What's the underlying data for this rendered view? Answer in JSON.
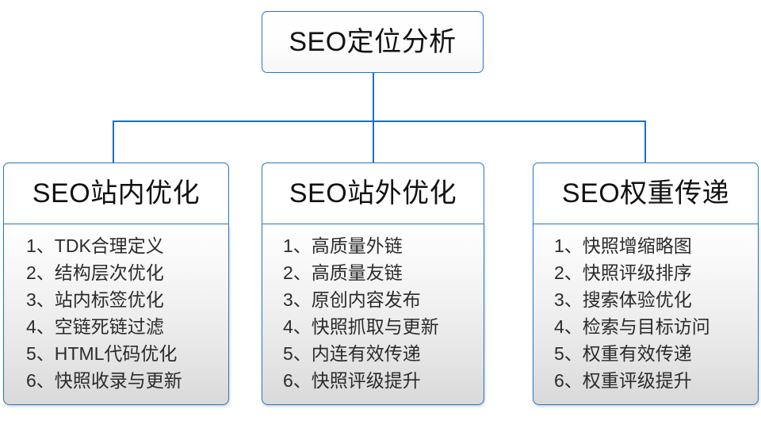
{
  "diagram": {
    "type": "org-chart",
    "root": {
      "title": "SEO定位分析"
    },
    "branches": [
      {
        "title": "SEO站内优化",
        "items": [
          {
            "index": "1、",
            "text": "TDK合理定义"
          },
          {
            "index": "2、",
            "text": "结构层次优化"
          },
          {
            "index": "3、",
            "text": "站内标签优化"
          },
          {
            "index": "4、",
            "text": "空链死链过滤"
          },
          {
            "index": "5、",
            "text": "HTML代码优化"
          },
          {
            "index": "6、",
            "text": "快照收录与更新"
          }
        ]
      },
      {
        "title": "SEO站外优化",
        "items": [
          {
            "index": "1、",
            "text": "高质量外链"
          },
          {
            "index": "2、",
            "text": "高质量友链"
          },
          {
            "index": "3、",
            "text": "原创内容发布"
          },
          {
            "index": "4、",
            "text": "快照抓取与更新"
          },
          {
            "index": "5、",
            "text": "内连有效传递"
          },
          {
            "index": "6、",
            "text": "快照评级提升"
          }
        ]
      },
      {
        "title": "SEO权重传递",
        "items": [
          {
            "index": "1、",
            "text": "快照增缩略图"
          },
          {
            "index": "2、",
            "text": "快照评级排序"
          },
          {
            "index": "3、",
            "text": "搜索体验优化"
          },
          {
            "index": "4、",
            "text": "检索与目标访问"
          },
          {
            "index": "5、",
            "text": "权重有效传递"
          },
          {
            "index": "6、",
            "text": "权重评级提升"
          }
        ]
      }
    ],
    "colors": {
      "border": "#2277c8",
      "connector": "#1a6fc4",
      "text": "#2b2b2b",
      "title_text": "#111111",
      "body_fill_top": "#ffffff",
      "body_fill_bottom": "#d9d9d9"
    }
  }
}
